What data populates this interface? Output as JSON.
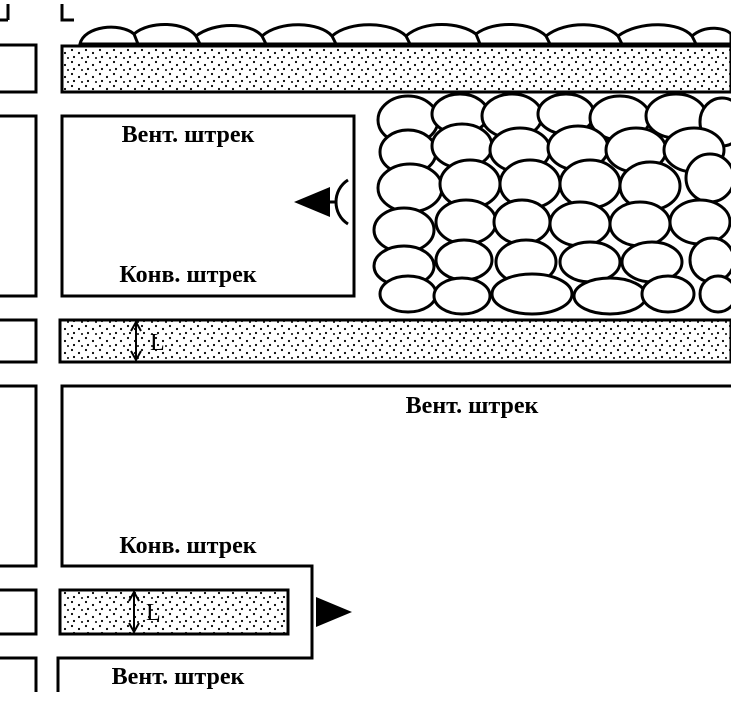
{
  "labels": {
    "top_vent": "Вент. штрек",
    "top_conv": "Конв. штрек",
    "mid_vent": "Вент. штрек",
    "mid_conv": "Конв. штрек",
    "bottom_vent": "Вент. штрек",
    "pillar_width_upper": "L",
    "pillar_width_lower": "L"
  },
  "colors": {
    "line": "#000000",
    "fill": "#ffffff",
    "dots": "#000000"
  }
}
